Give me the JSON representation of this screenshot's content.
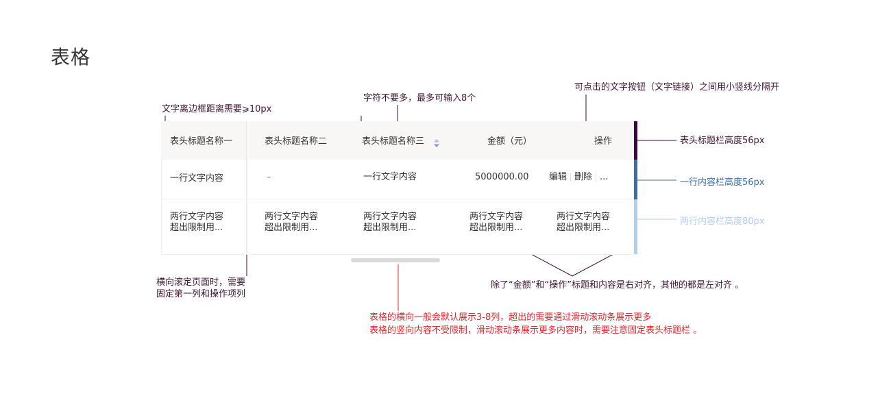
{
  "title": "表格",
  "annotations": {
    "padding_note": "文字离边框距离需要⩾10px",
    "char_limit_note": "字符不要多，最多可输入8个",
    "link_note": "可点击的文字按钮（文字链接）之间用小竖线分隔开",
    "header_height_note": "表头标题栏高度56px",
    "row1_height_note": "一行内容栏高度56px",
    "row2_height_note": "两行内容栏高度80px",
    "fixed_columns_note_line1": "横向滚定页面时，需要",
    "fixed_columns_note_line2": "固定第一列和操作项列",
    "align_note": "除了“金额”和“操作”标题和内容是右对齐，其他的都是左对齐 。",
    "scroll_note_line1": "表格的横向一般会默认展示3-8列，超出的需要通过滑动滚动条展示更多",
    "scroll_note_line2": "表格的竖向内容不受限制，滑动滚动条展示更多内容时，需要注意固定表头标题栏 。"
  },
  "table": {
    "headers": [
      "表头标题名称一",
      "表头标题名称二",
      "表头标题名称三",
      "金额（元）",
      "操作"
    ],
    "row1": {
      "col1": "一行文字内容",
      "col2": "–",
      "col3": "一行文字内容",
      "amount": "5000000.00",
      "actions": [
        "编辑",
        "删除",
        "..."
      ]
    },
    "row2": {
      "line1": "两行文字内容",
      "line2": "超出限制用..."
    }
  },
  "colors": {
    "header_bar": "#3d0a37",
    "row1_bar": "#3a6ea5",
    "row2_bar": "#b4ccf2",
    "annotation_text": "#3d1433",
    "annotation_red": "#e5252b",
    "sort_icon": "#8e90e0"
  }
}
